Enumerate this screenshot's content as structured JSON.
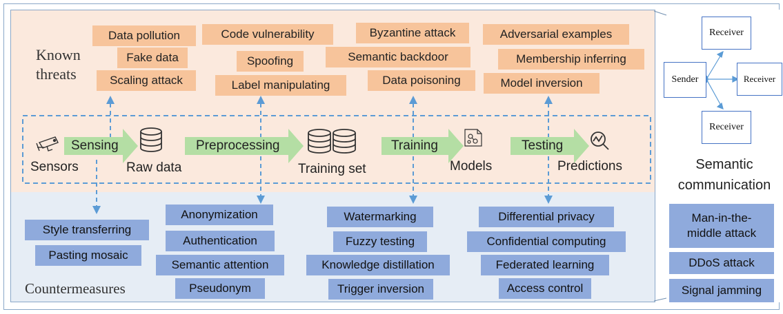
{
  "labels": {
    "known_threats_line1": "Known",
    "known_threats_line2": "threats",
    "countermeasures": "Countermeasures",
    "semantic_comm_line1": "Semantic",
    "semantic_comm_line2": "communication"
  },
  "threats": {
    "sensing": [
      "Data pollution",
      "Fake data",
      "Scaling attack"
    ],
    "preprocessing": [
      "Code vulnerability",
      "Spoofing",
      "Label manipulating"
    ],
    "training": [
      "Byzantine attack",
      "Semantic backdoor",
      "Data poisoning"
    ],
    "testing": [
      "Adversarial examples",
      "Membership inferring",
      "Model inversion"
    ]
  },
  "countermeasures": {
    "sensing": [
      "Style transferring",
      "Pasting mosaic"
    ],
    "preprocessing": [
      "Anonymization",
      "Authentication",
      "Semantic attention",
      "Pseudonym"
    ],
    "training": [
      "Watermarking",
      "Fuzzy testing",
      "Knowledge distillation",
      "Trigger inversion"
    ],
    "testing": [
      "Differential privacy",
      "Confidential computing",
      "Federated learning",
      "Access control"
    ]
  },
  "pipeline": {
    "steps": [
      "Sensing",
      "Preprocessing",
      "Training",
      "Testing"
    ],
    "nodes": [
      "Sensors",
      "Raw data",
      "Training set",
      "Models",
      "Predictions"
    ]
  },
  "network": {
    "sender": "Sender",
    "receivers": [
      "Receiver",
      "Receiver",
      "Receiver"
    ]
  },
  "comm_threats": [
    "Man-in-the-middle attack",
    "DDoS attack",
    "Signal jamming"
  ],
  "colors": {
    "threat_bg": "#f7c49b",
    "counter_bg": "#8faadc",
    "top_panel": "#fbe9dd",
    "bottom_panel": "#e6edf5",
    "arrow_green": "#b4dea4",
    "dashed_blue": "#5b9bd5"
  }
}
